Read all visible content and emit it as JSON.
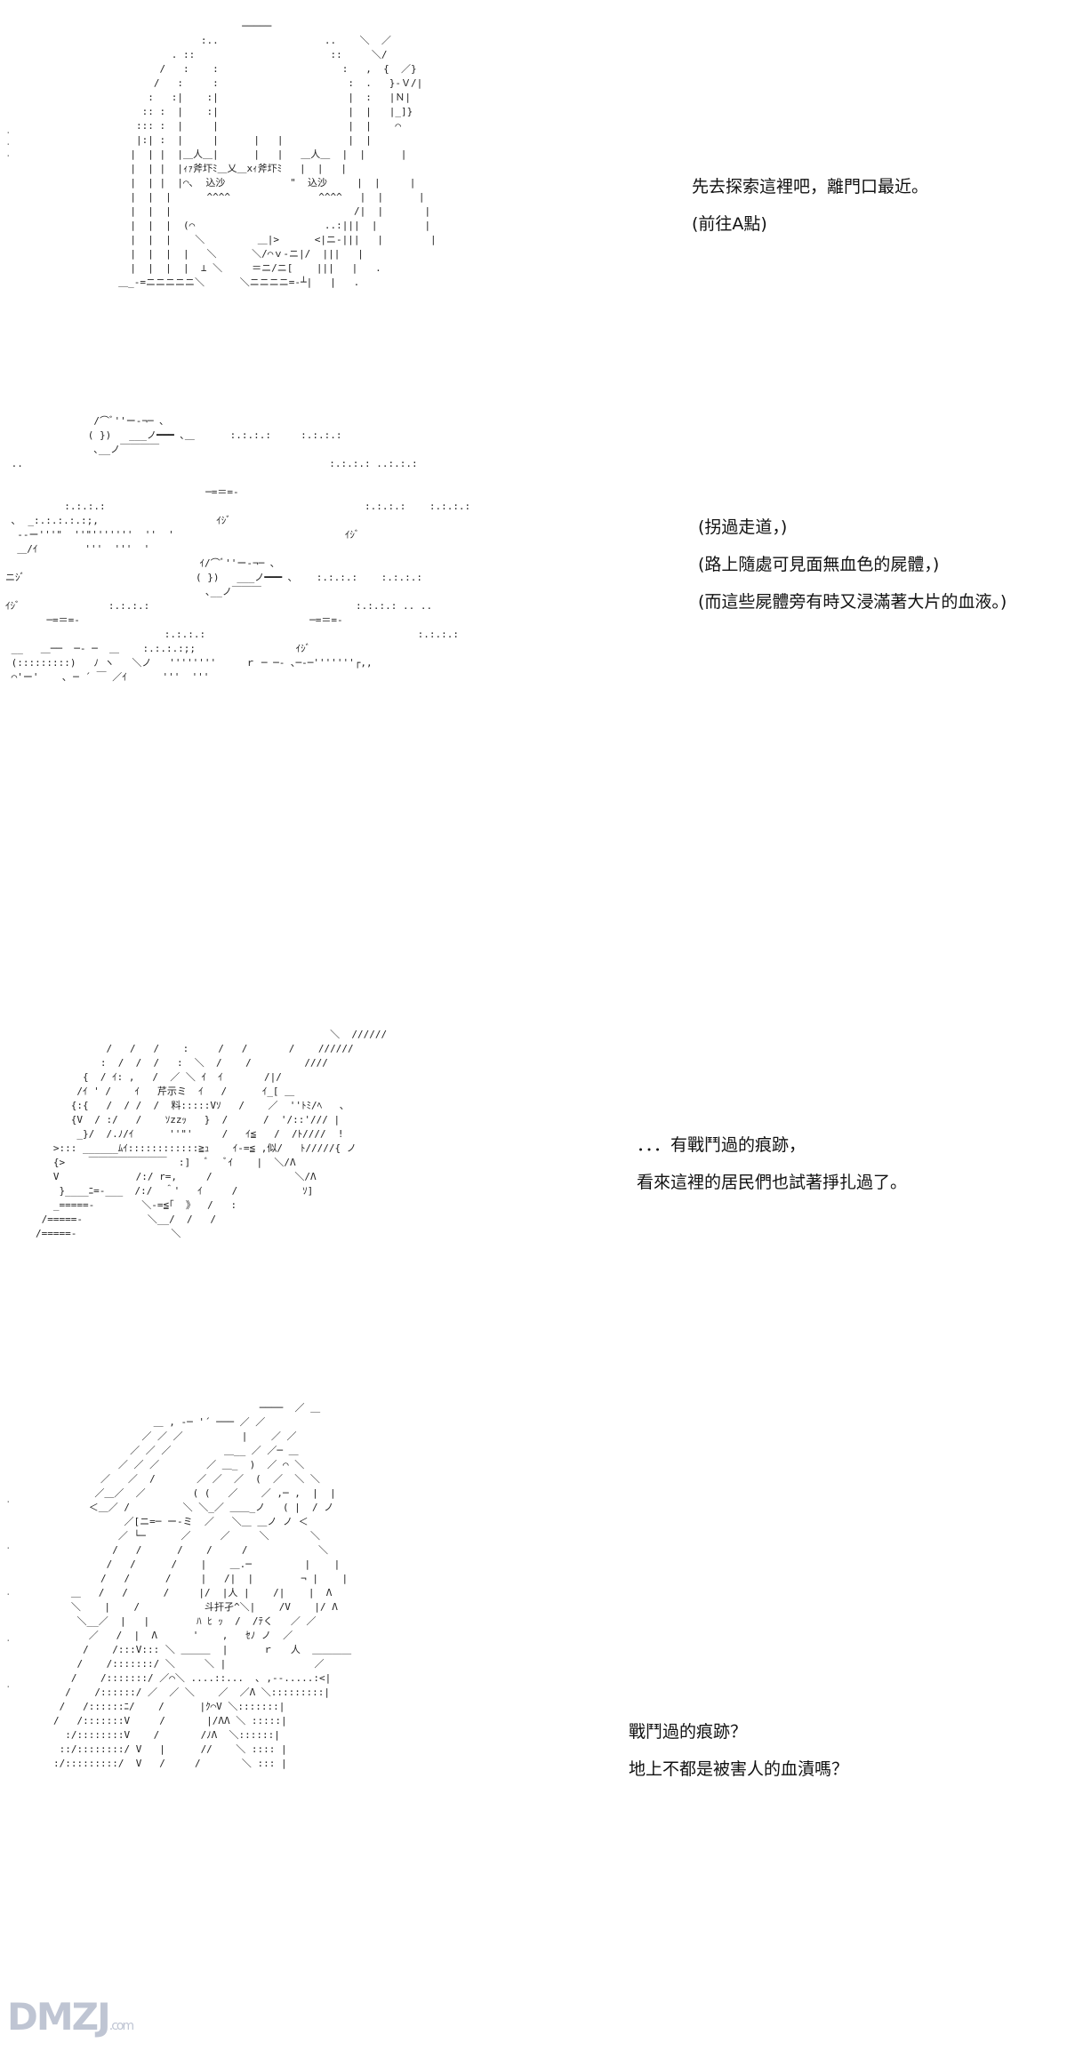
{
  "panels": [
    {
      "dialogue": [
        "先去探索這裡吧，離門口最近。",
        "(前往A點)"
      ],
      "art_label": "ｨｧ斧圷ﾐ＿乂＿xｨ斧圷ﾐ"
    },
    {
      "dialogue": [
        "(拐過走道，)",
        "(路上隨處可見面無血色的屍體，)",
        "(而這些屍體旁有時又浸滿著大片的血液。)"
      ],
      "art_label": "ｲｼﾞ"
    },
    {
      "dialogue": [
        "．．．有戰鬥過的痕跡，",
        "看來這裡的居民們也試著掙扎過了。"
      ],
      "art_label": "芹示ミ"
    },
    {
      "dialogue": [
        "戰鬥過的痕跡？",
        "地上不都是被害人的血漬嗎？"
      ],
      "art_label": "斗扞孑"
    }
  ],
  "watermark": {
    "text": "DMZJ",
    "suffix": ".com"
  }
}
